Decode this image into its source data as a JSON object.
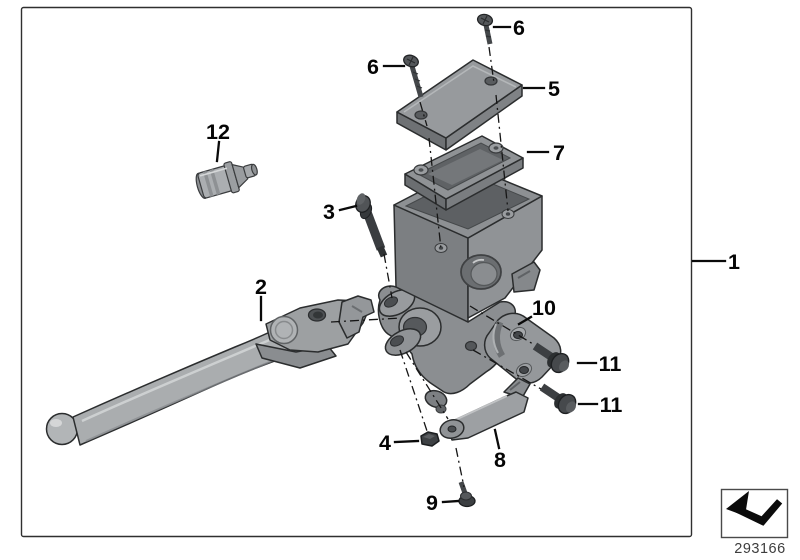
{
  "figure": {
    "type": "exploded-parts-diagram",
    "callouts": {
      "part1": "1",
      "part2": "2",
      "part3": "3",
      "part4": "4",
      "part5": "5",
      "part6": "6",
      "part7": "7",
      "part8": "8",
      "part9": "9",
      "part10": "10",
      "part11": "11",
      "part12": "12"
    },
    "drawing_number": "293166",
    "colors": {
      "background": "#ffffff",
      "frame": "#2f2f2f",
      "leader_line": "#0a0a0a",
      "label": "#050505",
      "part_light": "#b2b5b7",
      "part_mid": "#94979a",
      "part_dark": "#6d7073",
      "hardware_dark": "#3f4245",
      "drawing_number_color": "#3d3d3d"
    }
  }
}
